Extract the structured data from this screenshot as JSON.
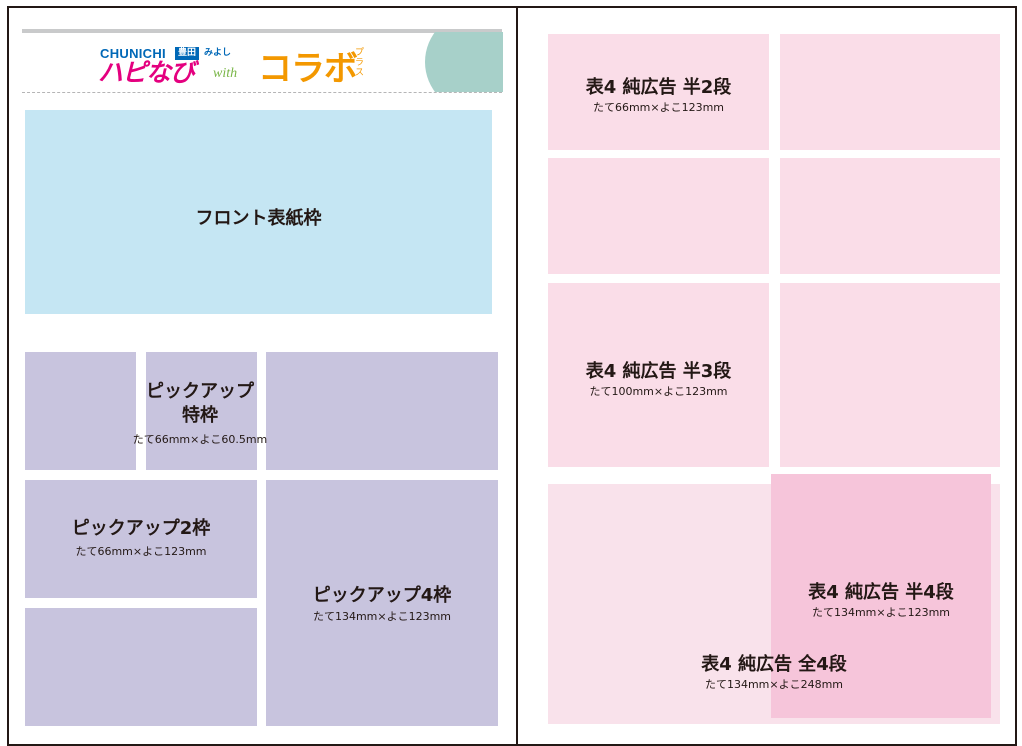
{
  "logo": {
    "brand_en": "CHUNICHI",
    "location_box": "豊田",
    "location": "みよし",
    "name_part1": "ハピなび",
    "with": "with",
    "name_part2": "コラボ",
    "plus": "プラス"
  },
  "left_page": {
    "front_cover": "フロント表紙枠",
    "pickup_special": {
      "title_line1": "ピックアップ",
      "title_line2": "特枠",
      "size": "たて66mm×よこ60.5mm"
    },
    "pickup_2": {
      "title": "ピックアップ2枠",
      "size": "たて66mm×よこ123mm"
    },
    "pickup_4": {
      "title": "ピックアップ4枠",
      "size": "たて134mm×よこ123mm"
    }
  },
  "right_page": {
    "ad_half_2": {
      "title": "表4 純広告 半2段",
      "size": "たて66mm×よこ123mm"
    },
    "ad_half_3": {
      "title": "表4 純広告 半3段",
      "size": "たて100mm×よこ123mm"
    },
    "ad_half_4": {
      "title": "表4 純広告 半4段",
      "size": "たて134mm×よこ123mm"
    },
    "ad_full_4": {
      "title": "表4 純広告 全4段",
      "size": "たて134mm×よこ248mm"
    }
  },
  "colors": {
    "front": "#c5e6f3",
    "pickup": "#c8c4de",
    "ad_pink": "#fadde8",
    "ad_pink_dark": "#f6c5da",
    "logo_blue": "#0068b7",
    "logo_magenta": "#e4007f",
    "logo_orange": "#f39800",
    "logo_green": "#a7d0c9"
  }
}
